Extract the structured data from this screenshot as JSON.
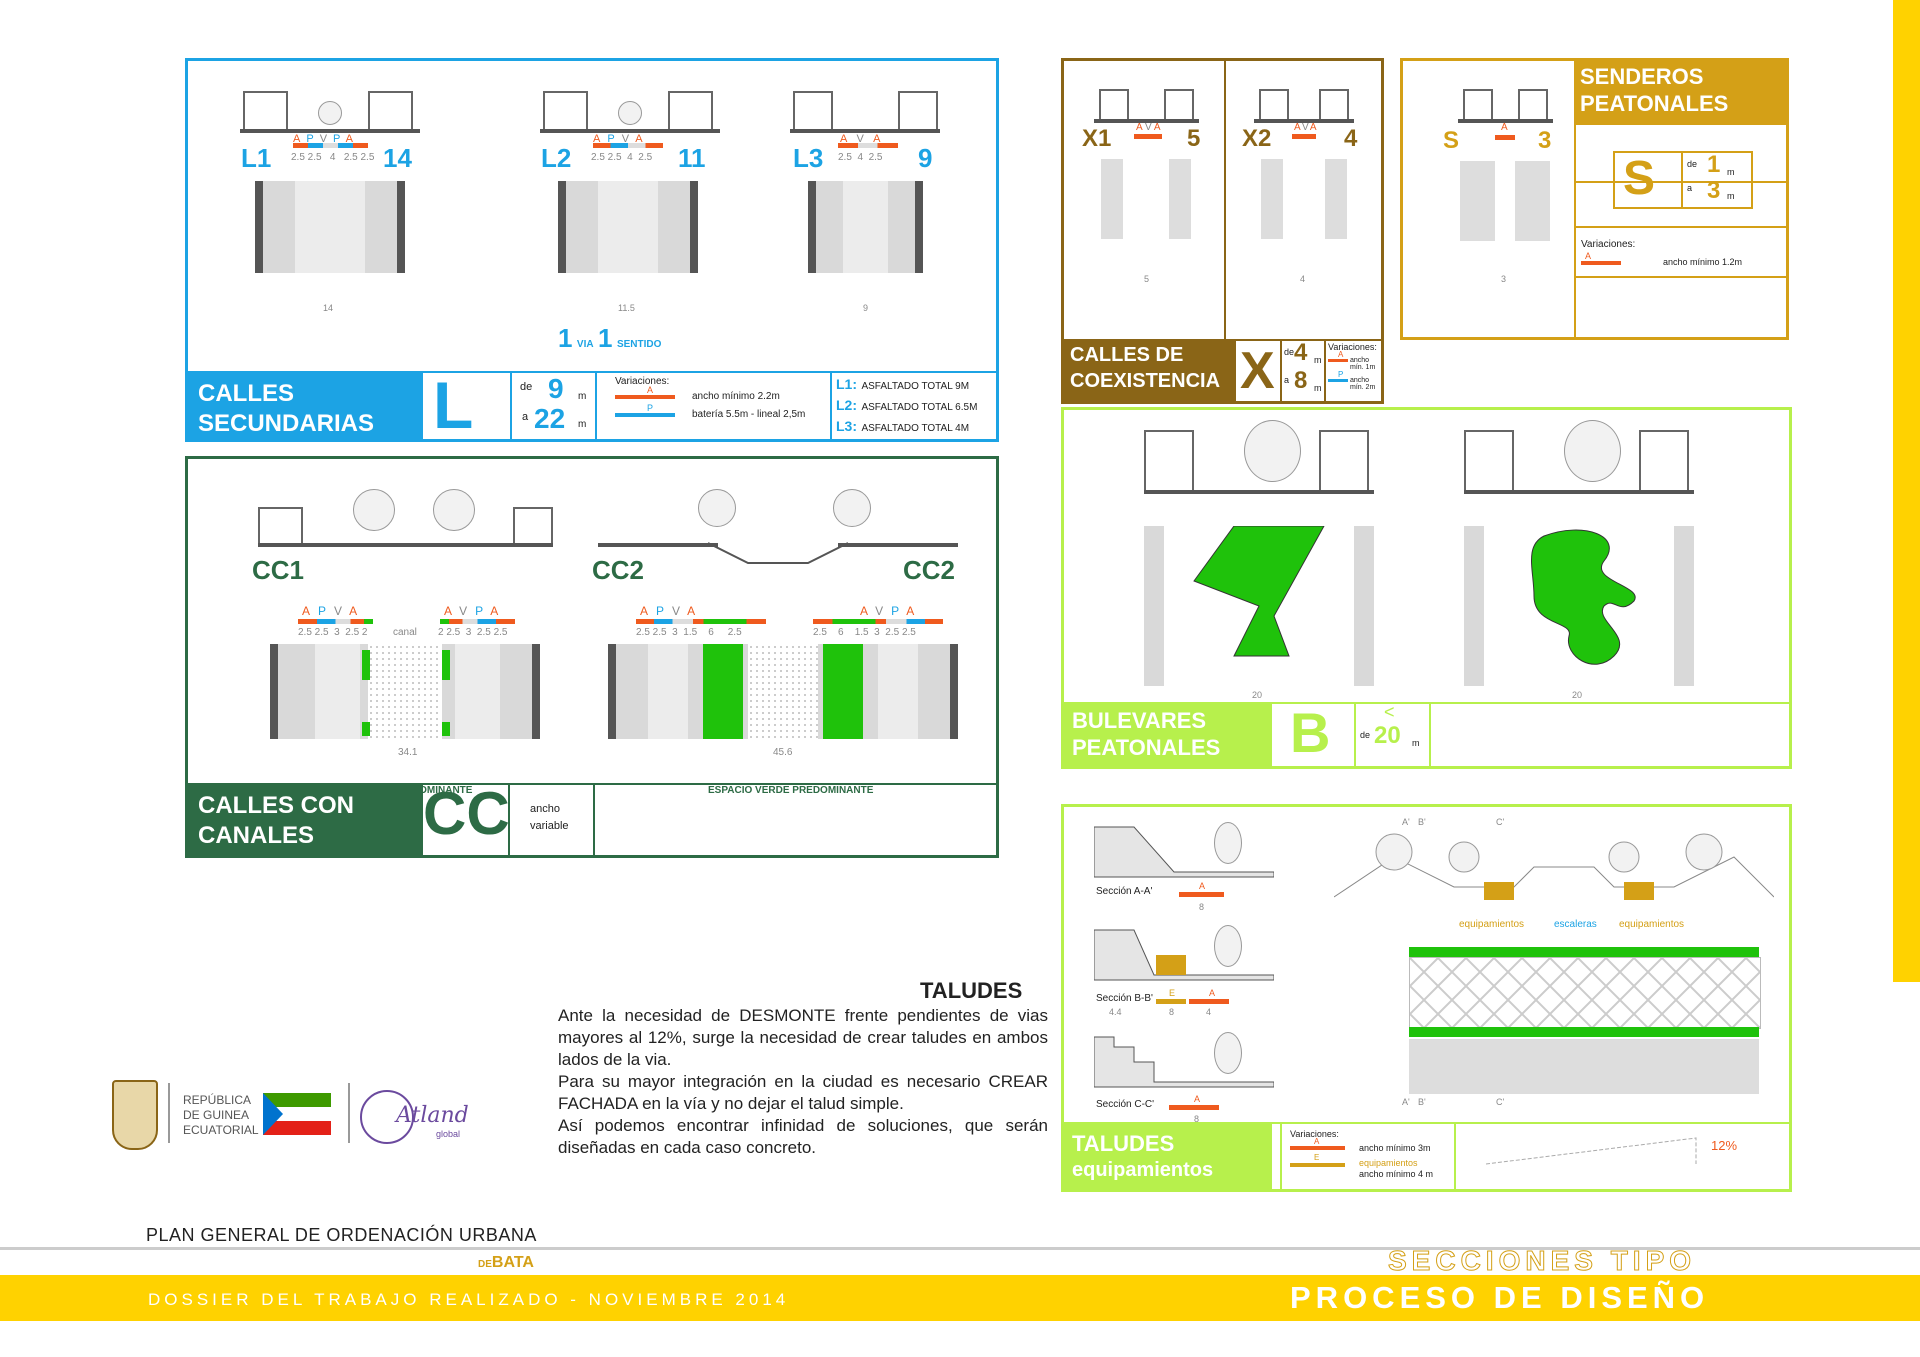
{
  "colors": {
    "blue": "#1ca3e4",
    "darkgreen": "#2d6b45",
    "brown": "#8a6517",
    "gold": "#d4a017",
    "lime": "#b7f04c",
    "orange": "#ef5a1e",
    "yellow": "#ffd200",
    "green": "#1fc20b"
  },
  "secundarias": {
    "title_line1": "CALLES",
    "title_line2": "SECUNDARIAS",
    "letter": "L",
    "de": "de",
    "a": "a",
    "min": "9",
    "max": "22",
    "m": "m",
    "variaciones": "Variaciones:",
    "var_a_letter": "A",
    "var_a_text": "ancho mínimo 2.2m",
    "var_p_letter": "P",
    "var_p_text": "batería 5.5m - lineal 2,5m",
    "legend": [
      {
        "code": "L1:",
        "text": "ASFALTADO TOTAL 9M"
      },
      {
        "code": "L2:",
        "text": "ASFALTADO TOTAL 6.5M"
      },
      {
        "code": "L3:",
        "text": "ASFALTADO TOTAL 4M"
      }
    ],
    "via_num": "1",
    "via_word": "VIA",
    "sentido_num": "1",
    "sentido_word": "SENTIDO",
    "sections": [
      {
        "code": "L1",
        "width": "14",
        "letters": [
          "A",
          "P",
          "V",
          "P",
          "A"
        ],
        "dims": [
          "2.5",
          "2.5",
          "4",
          "2.5",
          "2.5"
        ],
        "total": "14"
      },
      {
        "code": "L2",
        "width": "11",
        "letters": [
          "A",
          "P",
          "V",
          "A"
        ],
        "dims": [
          "2.5",
          "2.5",
          "4",
          "2.5"
        ],
        "total": "11.5"
      },
      {
        "code": "L3",
        "width": "9",
        "letters": [
          "A",
          "V",
          "A"
        ],
        "dims": [
          "2.5",
          "4",
          "2.5"
        ],
        "total": "9"
      }
    ]
  },
  "canales": {
    "title_line1": "CALLES CON",
    "title_line2": "CANALES",
    "letter": "CC",
    "ancho": "ancho",
    "variable": "variable",
    "cc1": {
      "code": "CC1",
      "letters_l": [
        "A",
        "P",
        "V",
        "A"
      ],
      "letters_r": [
        "A",
        "V",
        "P",
        "A"
      ],
      "dims_l": [
        "2.5",
        "2.5",
        "3",
        "2.5",
        "2"
      ],
      "dims_r": [
        "2",
        "2.5",
        "3",
        "2.5",
        "2.5"
      ],
      "canal": "canal",
      "total": "34.1",
      "caption": "ACERADO PREDOMINANTE"
    },
    "cc2": {
      "code": "CC2",
      "letters_l": [
        "A",
        "P",
        "V",
        "A"
      ],
      "letters_r": [
        "A",
        "V",
        "P",
        "A"
      ],
      "dims_l": [
        "2.5",
        "2.5",
        "3",
        "1.5",
        "6",
        "2.5"
      ],
      "dims_r": [
        "2.5",
        "6",
        "1.5",
        "3",
        "2.5",
        "2.5"
      ],
      "total": "45.6",
      "caption": "ESPACIO VERDE PREDOMINANTE"
    }
  },
  "coexistencia": {
    "title_line1": "CALLES DE",
    "title_line2": "COEXISTENCIA",
    "letter": "X",
    "de": "de",
    "a": "a",
    "min": "4",
    "max": "8",
    "m": "m",
    "variaciones": "Variaciones:",
    "var_a_letter": "A",
    "var_a_text": "ancho mín. 1m",
    "var_p_letter": "P",
    "var_p_text": "ancho mín. 2m",
    "x1": {
      "code": "X1",
      "width": "5",
      "letters": [
        "A",
        "V",
        "A"
      ],
      "total": "5"
    },
    "x2": {
      "code": "X2",
      "width": "4",
      "letters": [
        "A",
        "V",
        "A"
      ],
      "total": "4"
    }
  },
  "senderos": {
    "title_line1": "SENDEROS",
    "title_line2": "PEATONALES",
    "letter": "S",
    "de": "de",
    "a": "a",
    "min": "1",
    "max": "3",
    "m": "m",
    "code": "S",
    "width": "3",
    "sect_letter": "A",
    "total": "3",
    "variaciones": "Variaciones:",
    "var_a_letter": "A",
    "var_a_text": "ancho mínimo 1.2m"
  },
  "bulevares": {
    "title_line1": "BULEVARES",
    "title_line2": "PEATONALES",
    "letter": "B",
    "de": "de",
    "lt": "<",
    "max": "20",
    "m": "m",
    "total1": "20",
    "total2": "20"
  },
  "taludes_panel": {
    "title_line1": "TALUDES",
    "title_line2": "equipamientos",
    "variaciones": "Variaciones:",
    "var_a_letter": "A",
    "var_a_text": "ancho mínimo 3m",
    "var_e_letter": "E",
    "var_e_text1": "equipamientos",
    "var_e_text2": "ancho mínimo 4 m",
    "slope": "12%",
    "sec_a": "Sección A-A'",
    "sec_b": "Sección B-B'",
    "sec_c": "Sección C-C'",
    "dim_a": "8",
    "dims_b": [
      "4.4",
      "8",
      "4"
    ],
    "dim_c": "8",
    "e_letter": "E",
    "a_letter": "A",
    "cut_a": "A'",
    "cut_b": "B'",
    "cut_c": "C'",
    "plan_labels": [
      "equipamientos",
      "escaleras",
      "equipamientos"
    ]
  },
  "taludes_text": {
    "heading": "TALUDES",
    "paragraphs": [
      "Ante la necesidad de DESMONTE frente pendientes de vias mayores al 12%, surge la necesidad de crear taludes en ambos lados de la via.",
      "Para su mayor integración en la ciudad es necesario CREAR FACHADA  en la vía y no dejar el talud simple.",
      "Así podemos encontrar infinidad de soluciones, que serán diseñadas en cada caso concreto."
    ]
  },
  "logos": {
    "rep1": "REPÚBLICA",
    "rep2": "DE GUINEA",
    "rep3": "ECUATORIAL",
    "atland": "Atland",
    "global": "global"
  },
  "footer": {
    "plan": "PLAN GENERAL DE ORDENACIÓN URBANA",
    "de": "DE",
    "bata": "BATA",
    "dossier": "DOSSIER DEL TRABAJO REALIZADO - NOVIEMBRE 2014",
    "secciones": "SECCIONES TIPO",
    "proceso": "PROCESO DE DISEÑO"
  }
}
